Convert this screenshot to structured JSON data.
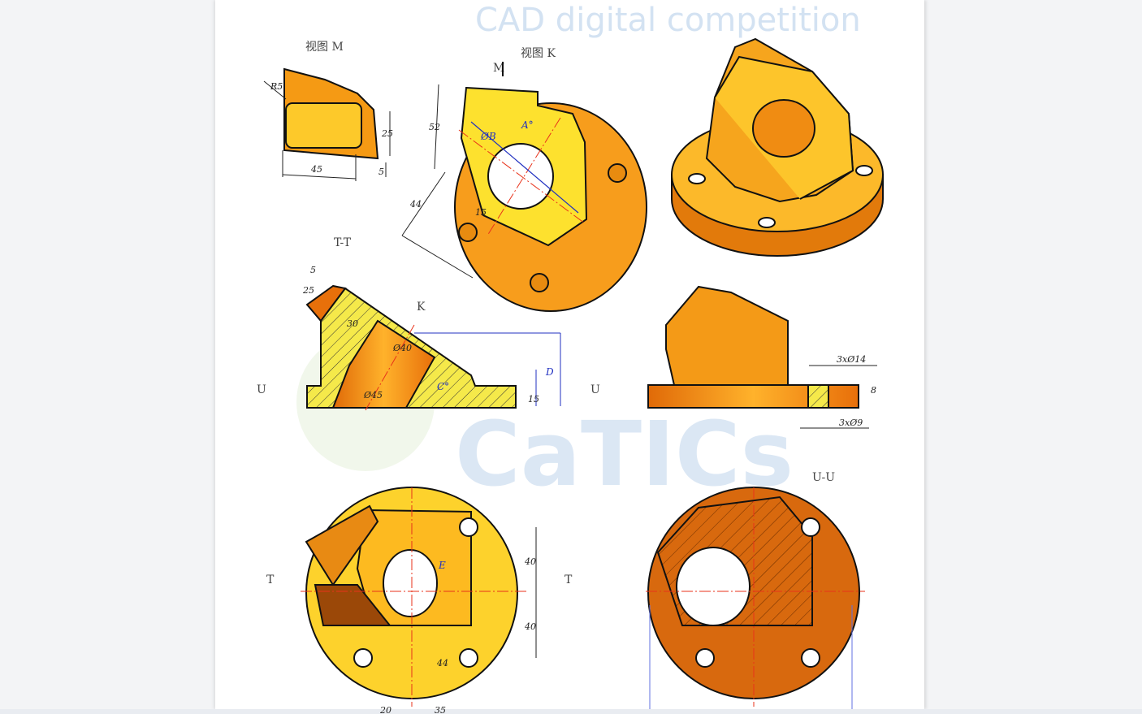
{
  "views": {
    "view_m": "视图 M",
    "view_k": "视图 K",
    "section_tt": "T-T",
    "section_uu": "U-U"
  },
  "markers": {
    "m": "M",
    "k": "K",
    "u_left": "U",
    "u_right": "U",
    "t_left": "T",
    "t_right": "T"
  },
  "dimensions": {
    "r5": "R5",
    "d25_m": "25",
    "d5_m": "5",
    "d45_m": "45",
    "d52": "52",
    "phi_b": "ØB",
    "a_deg": "A°",
    "d44_k": "44",
    "d15_k": "15",
    "d5_t": "5",
    "d25_t": "25",
    "d30": "30",
    "phi40": "Ø40",
    "phi45": "Ø45",
    "c_deg": "C°",
    "d_dim": "D",
    "d15_t": "15",
    "holes14": "3xØ14",
    "holes9": "3xØ9",
    "d8": "8",
    "e_dim": "E",
    "d40_a": "40",
    "d40_b": "40",
    "d44_b": "44",
    "d20": "20",
    "d35": "35"
  },
  "watermark": {
    "logo": "CaTICs",
    "tagline": "CAD digital competition"
  },
  "colors": {
    "orange": "#f7a11c",
    "yellow": "#fde12e",
    "dark_orange": "#d8690e",
    "hatch_yellow": "#f5e94a",
    "centerline": "#e8321a",
    "dim_blue": "#2030c0"
  }
}
